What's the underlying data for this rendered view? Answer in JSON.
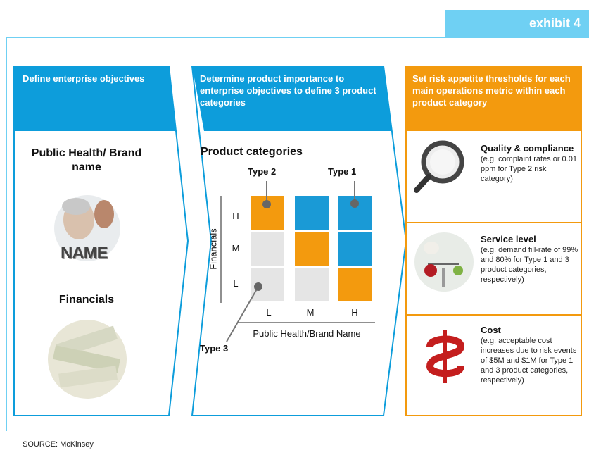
{
  "exhibit_label": "exhibit 4",
  "panel1": {
    "header": "Define enterprise objectives",
    "item1": "Public Health/ Brand name",
    "item2": "Financials",
    "name_graphic": "NAME"
  },
  "panel2": {
    "header": "Determine product importance to enterprise objectives to define 3 product categories",
    "title": "Product categories",
    "type1": "Type 1",
    "type2": "Type 2",
    "type3": "Type 3",
    "y_axis_label": "Financials",
    "x_axis_label": "Public Health/Brand Name",
    "row_labels": [
      "H",
      "M",
      "L"
    ],
    "col_labels": [
      "L",
      "M",
      "H"
    ],
    "grid_categories": [
      [
        "Type 2",
        "Type 1",
        "Type 1"
      ],
      [
        "Type 3",
        "Type 2",
        "Type 1"
      ],
      [
        "Type 3",
        "Type 3",
        "Type 2"
      ]
    ],
    "colors": {
      "Type 1": "#1a9ad6",
      "Type 2": "#f39a0e",
      "Type 3": "#e5e5e5"
    }
  },
  "panel3": {
    "header": "Set risk appetite thresholds for each main operations metric within each product category",
    "items": [
      {
        "icon": "magnifier-icon",
        "title": "Quality & compliance",
        "desc": "(e.g. complaint rates or 0.01 ppm for Type 2 risk category)"
      },
      {
        "icon": "service-level-icon",
        "title": "Service level",
        "desc": "(e.g. demand fill-rate of 99% and 80% for Type 1 and 3 product categories, respectively)"
      },
      {
        "icon": "dollar-icon",
        "title": "Cost",
        "desc": "(e.g. acceptable cost increases due to risk events of $5M and $1M for Type 1 and 3 product categories, respectively)"
      }
    ]
  },
  "source": "SOURCE: McKinsey",
  "theme": {
    "blue": "#0d9ddb",
    "orange": "#f39a0e",
    "light_blue": "#6fd0f3"
  }
}
